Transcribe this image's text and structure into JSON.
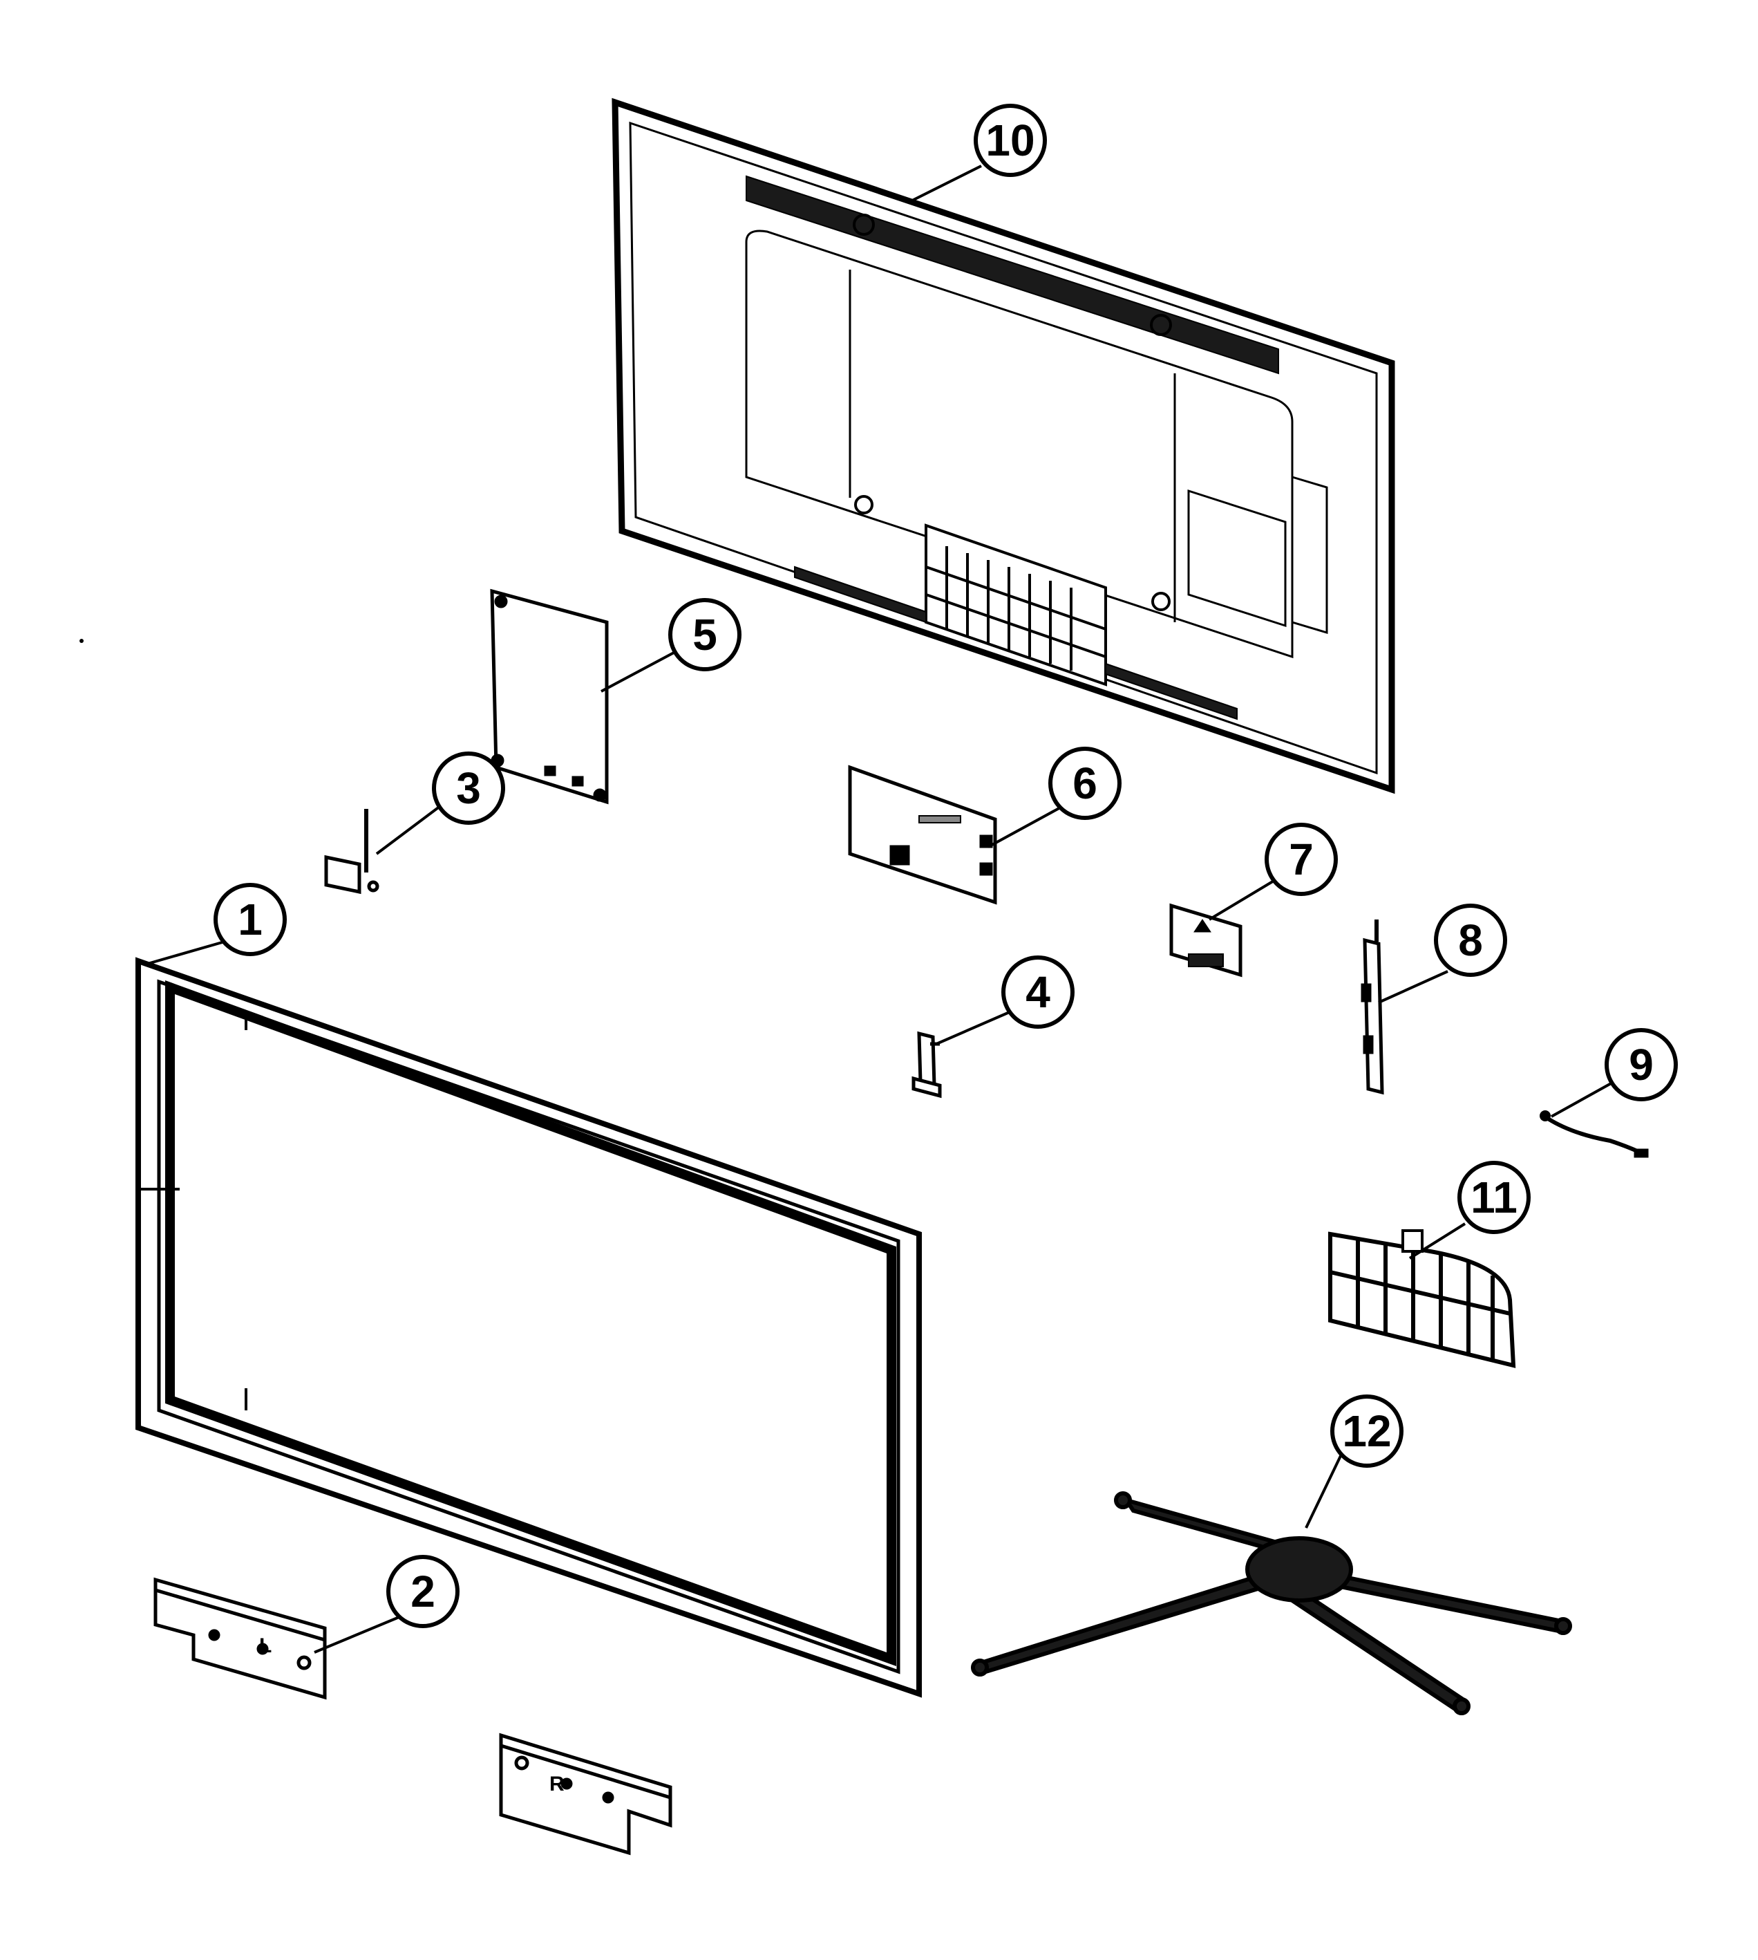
{
  "diagram": {
    "callouts": [
      {
        "id": "1",
        "label": "1"
      },
      {
        "id": "2",
        "label": "2"
      },
      {
        "id": "3",
        "label": "3"
      },
      {
        "id": "4",
        "label": "4"
      },
      {
        "id": "5",
        "label": "5"
      },
      {
        "id": "6",
        "label": "6"
      },
      {
        "id": "7",
        "label": "7"
      },
      {
        "id": "8",
        "label": "8"
      },
      {
        "id": "9",
        "label": "9"
      },
      {
        "id": "10",
        "label": "10"
      },
      {
        "id": "11",
        "label": "11"
      },
      {
        "id": "12",
        "label": "12"
      }
    ],
    "bracket_left_letter": "L",
    "bracket_right_letter": "R",
    "colors": {
      "line": "#000000",
      "background": "#ffffff",
      "fill_light": "#f2f2f2",
      "fill_dark": "#1a1a1a"
    }
  }
}
